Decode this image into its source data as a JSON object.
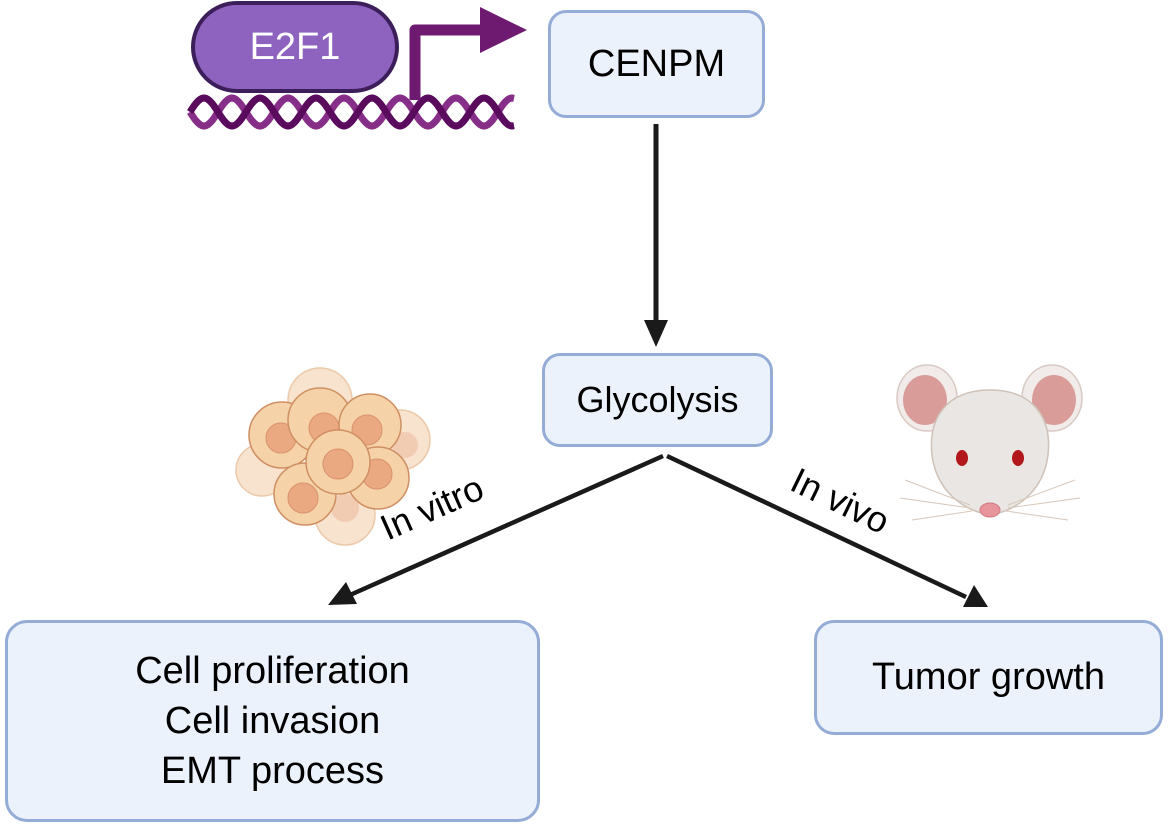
{
  "diagram": {
    "regulator": {
      "label": "E2F1",
      "color": "#8e63bf"
    },
    "target_gene": {
      "label": "CENPM"
    },
    "process": {
      "label": "Glycolysis"
    },
    "branches": [
      {
        "label": "In vitro",
        "icon": "cell-cluster-icon",
        "outcomes": [
          "Cell proliferation",
          "Cell invasion",
          "EMT process"
        ]
      },
      {
        "label": "In vivo",
        "icon": "mouse-icon",
        "outcomes": [
          "Tumor growth"
        ]
      }
    ],
    "colors": {
      "box_fill": "#ebf2fc",
      "box_border": "#94acd6",
      "arrow": "#1a1a1a",
      "dna_dark": "#5a0b5e",
      "dna_light": "#862e88",
      "promoter_arrow": "#6e1a70"
    }
  }
}
